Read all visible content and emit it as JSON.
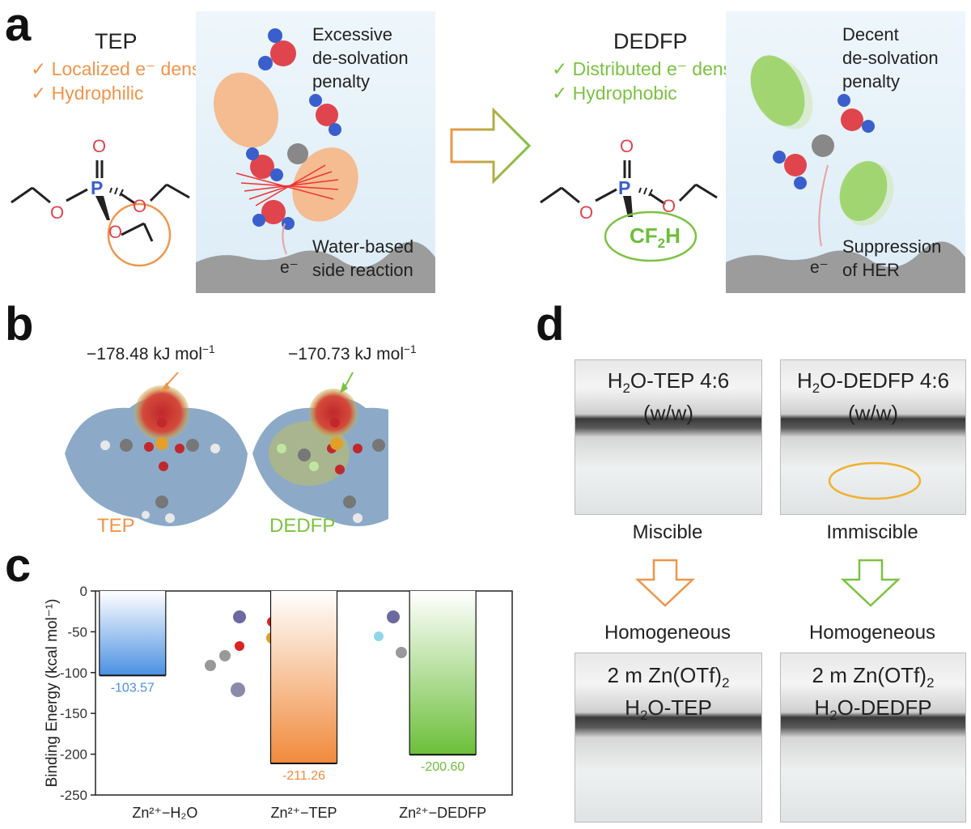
{
  "panels": {
    "a": "a",
    "b": "b",
    "c": "c",
    "d": "d"
  },
  "panel_a": {
    "left": {
      "name": "TEP",
      "check1": "✓ Localized e⁻ density",
      "check2": "✓ Hydrophilic",
      "scene_top": "Excessive de-solvation penalty",
      "scene_top_l1": "Excessive",
      "scene_top_l2": "de-solvation",
      "scene_top_l3": "penalty",
      "scene_bottom_l1": "Water-based",
      "scene_bottom_l2": "side reaction",
      "electron": "e⁻"
    },
    "right": {
      "name": "DEDFP",
      "check1": "✓ Distributed e⁻ density",
      "check2": "✓ Hydrophobic",
      "scene_top_l1": "Decent",
      "scene_top_l2": "de-solvation",
      "scene_top_l3": "penalty",
      "scene_bottom_l1": "Suppression",
      "scene_bottom_l2": "of HER",
      "electron": "e⁻",
      "group_main": "CF",
      "group_sub": "2",
      "group_end": "H"
    },
    "atoms": {
      "O": "O",
      "P": "P"
    },
    "colors": {
      "orange": "#f0954a",
      "green": "#7cc242",
      "blue": "#3a5fcd",
      "red": "#e0454e"
    }
  },
  "panel_b": {
    "value_tep": "−178.48 kJ mol",
    "value_dedfp": "−170.73 kJ mol",
    "unit_sup": "−1",
    "label_tep": "TEP",
    "label_dedfp": "DEDFP"
  },
  "chart_data": {
    "type": "bar",
    "categories": [
      "Zn²⁺−H₂O",
      "Zn²⁺−TEP",
      "Zn²⁺−DEDFP"
    ],
    "values": [
      -103.57,
      -211.26,
      -200.6
    ],
    "value_labels": [
      "-103.57",
      "-211.26",
      "-200.60"
    ],
    "colors": [
      "#4a90e2",
      "#f08a3c",
      "#6cbf3a"
    ],
    "ylabel": "Binding Energy (kcal mol⁻¹)",
    "ylim": [
      -250,
      0
    ],
    "yticks": [
      0,
      -50,
      -100,
      -150,
      -200,
      -250
    ],
    "grid": false
  },
  "panel_d": {
    "top_left": {
      "line1_pre": "H",
      "line1_sub": "2",
      "line1_post": "O-TEP 4:6",
      "line2": "(w/w)"
    },
    "top_right": {
      "line1_pre": "H",
      "line1_sub": "2",
      "line1_post": "O-DEDFP 4:6",
      "line2": "(w/w)"
    },
    "status_left": "Miscible",
    "status_right": "Immiscible",
    "result_left": "Homogeneous",
    "result_right": "Homogeneous",
    "bottom_left": {
      "line1_pre": "2 m Zn(OTf)",
      "line1_sub": "2",
      "line2_pre": "H",
      "line2_sub": "2",
      "line2_post": "O-TEP"
    },
    "bottom_right": {
      "line1_pre": "2 m Zn(OTf)",
      "line1_sub": "2",
      "line2_pre": "H",
      "line2_sub": "2",
      "line2_post": "O-DEDFP"
    }
  }
}
